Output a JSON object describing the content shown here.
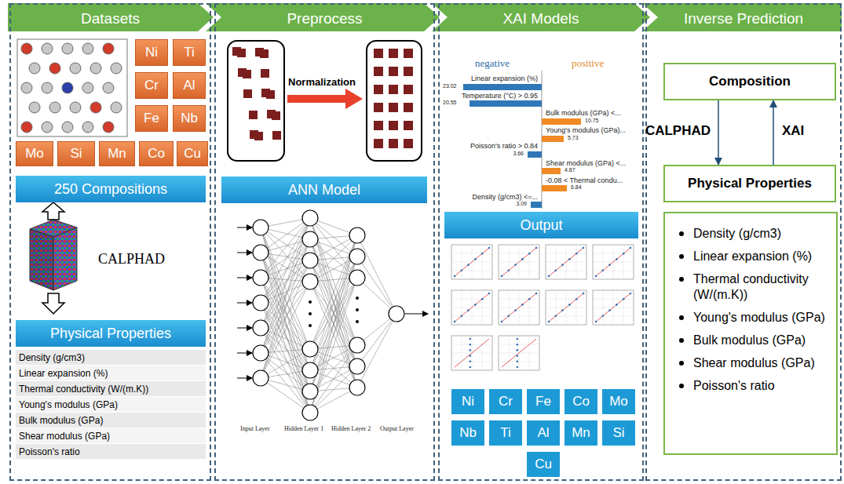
{
  "diagram": {
    "nodes": [
      {
        "text": [
          "Datasets"
        ]
      },
      {
        "text": [
          "Ni"
        ],
        "in": 0
      },
      {
        "text": [
          "Ti"
        ],
        "in": 0
      },
      {
        "text": [
          "Cr"
        ],
        "in": 0
      },
      {
        "text": [
          "Al"
        ],
        "in": 0
      },
      {
        "text": [
          "Fe"
        ],
        "in": 0
      },
      {
        "text": [
          "Nb"
        ],
        "in": 0
      },
      {
        "text": [
          "Mo"
        ],
        "in": 0
      },
      {
        "text": [
          "Si"
        ],
        "in": 0
      },
      {
        "text": [
          "Mn"
        ],
        "in": 0
      },
      {
        "text": [
          "Co"
        ],
        "in": 0
      },
      {
        "text": [
          "Cu"
        ],
        "in": 0
      },
      {
        "text": [
          "250 Compositions"
        ],
        "in": 0
      },
      {
        "text": [
          "Physical Properties"
        ],
        "in": 0
      },
      {
        "text": [
          "Density (g/cm3)"
        ],
        "in": 0
      },
      {
        "text": [
          "Linear expansion (%)"
        ],
        "in": 0
      },
      {
        "text": [
          "Thermal conductivity (W/(m.K))"
        ],
        "in": 0
      },
      {
        "text": [
          "Young's modulus (GPa)"
        ],
        "in": 0
      },
      {
        "text": [
          "Bulk modulus (GPa)"
        ],
        "in": 0
      },
      {
        "text": [
          "Shear modulus (GPa)"
        ],
        "in": 0
      },
      {
        "text": [
          "Poisson's ratio"
        ],
        "in": 0
      },
      {
        "text": [
          "Preprocess"
        ]
      },
      {
        "text": [
          "ANN Model"
        ],
        "in": 21
      },
      {
        "text": [
          "XAI Models"
        ]
      },
      {
        "text": [
          "Output"
        ],
        "in": 23
      },
      {
        "text": [
          "Ni"
        ],
        "in": 23
      },
      {
        "text": [
          "Cr"
        ],
        "in": 23
      },
      {
        "text": [
          "Fe"
        ],
        "in": 23
      },
      {
        "text": [
          "Co"
        ],
        "in": 23
      },
      {
        "text": [
          "Mo"
        ],
        "in": 23
      },
      {
        "text": [
          "Nb"
        ],
        "in": 23
      },
      {
        "text": [
          "Ti"
        ],
        "in": 23
      },
      {
        "text": [
          "Al"
        ],
        "in": 23
      },
      {
        "text": [
          "Mn"
        ],
        "in": 23
      },
      {
        "text": [
          "Si"
        ],
        "in": 23
      },
      {
        "text": [
          "Cu"
        ],
        "in": 23
      },
      {
        "text": [
          "Inverse Prediction"
        ]
      },
      {
        "text": [
          "Composition"
        ],
        "in": 36
      },
      {
        "text": [
          "Physical Properties"
        ],
        "in": 36
      },
      {
        "text": [
          "Density (g/cm3)",
          "Linear expansion (%)",
          "Thermal conductivity (W/(m.K))",
          "Young's modulus (GPa)",
          "Bulk modulus (GPa)",
          "Shear modulus (GPa)",
          "Poisson's ratio"
        ],
        "in": 36
      }
    ],
    "edges": [
      {
        "from": 37,
        "to": 38,
        "label": "CALPHAD",
        "arrow": "to"
      },
      {
        "from": 38,
        "to": 37,
        "label": "XAI",
        "arrow": "to"
      }
    ],
    "labels": [
      "CALPHAD",
      "Normalization",
      "Input Layer",
      "Hidden Layer 1",
      "Hidden Layer 2",
      "Output Layer",
      "negative",
      "positive",
      "Linear expansion (%)",
      "23.02",
      "Temperature (°C) > 0.95",
      "20.55",
      "Bulk modulus (GPa) <...",
      "10.75",
      "Young's modulus (GPa)...",
      "5.73",
      "Poisson's ratio > 0.84",
      "3.66",
      "Shear modulus (GPa) <...",
      "4.87",
      "-0.08 < Thermal condu...",
      "6.84",
      "Density (g/cm3) <=...",
      "3.09"
    ]
  }
}
